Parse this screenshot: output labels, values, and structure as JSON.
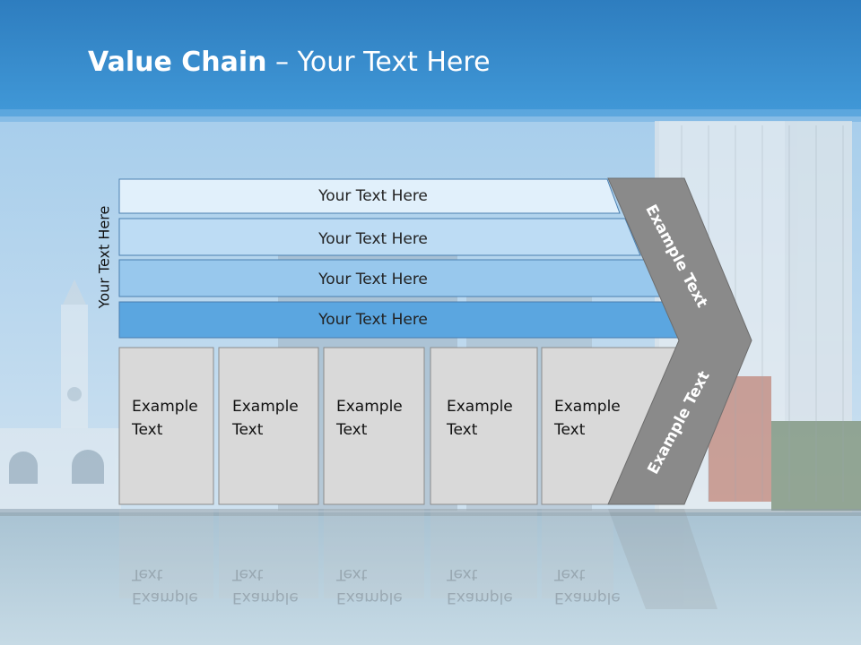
{
  "slide": {
    "title_bold": "Value Chain",
    "title_rest": " – Your Text Here"
  },
  "vertical_label": "Your Text Here",
  "bands": [
    {
      "label": "Your Text Here",
      "color": "#e1f0fb"
    },
    {
      "label": "Your Text Here",
      "color": "#bddcf4"
    },
    {
      "label": "Your Text Here",
      "color": "#98c8ed"
    },
    {
      "label": "Your Text Here",
      "color": "#5ba6e0"
    }
  ],
  "boxes": [
    {
      "line1": "Example",
      "line2": "Text"
    },
    {
      "line1": "Example",
      "line2": "Text"
    },
    {
      "line1": "Example",
      "line2": "Text"
    },
    {
      "line1": "Example",
      "line2": "Text"
    },
    {
      "line1": "Example",
      "line2": "Text"
    }
  ],
  "chevron": {
    "upper_label": "Example Text",
    "lower_label": "Example Text",
    "color": "#8a8a8a"
  },
  "colors": {
    "header_top": "#2c7cc0",
    "header_bottom": "#3e97d6",
    "box_fill": "#d9d9d9",
    "box_border": "#8c8c8c"
  }
}
